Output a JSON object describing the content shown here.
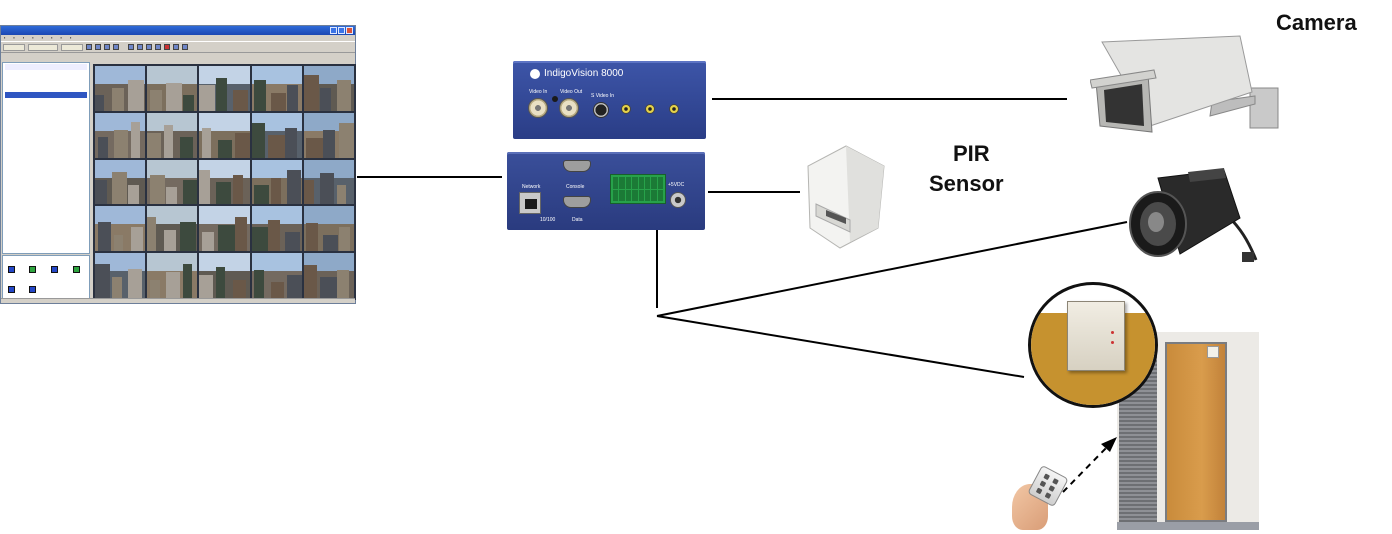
{
  "labels": {
    "camera": "Camera",
    "pir_line1": "PIR",
    "pir_line2": "Sensor"
  },
  "device": {
    "brand": "IndigoVision 8000",
    "front_ports": {
      "video_in": "Video In",
      "video_out": "Video Out",
      "s_video_in": "S Video In"
    },
    "rear_ports": {
      "network": "Network",
      "network_speed": "10/100",
      "console": "Console",
      "data": "Data",
      "power": "+5VDC"
    }
  },
  "colors": {
    "device_blue": "#33489a",
    "terminal_green": "#27a24a",
    "line": "#000000",
    "door_wood": "#d3963f"
  },
  "icons": {
    "software_window": "control-center-window-icon",
    "device": "video-server-unit-icon",
    "housing_camera": "housing-camera-icon",
    "bullet_camera": "bullet-camera-icon",
    "pir_sensor": "pir-sensor-icon",
    "door_contact": "door-contact-sensor-icon",
    "remote": "remote-control-icon"
  }
}
